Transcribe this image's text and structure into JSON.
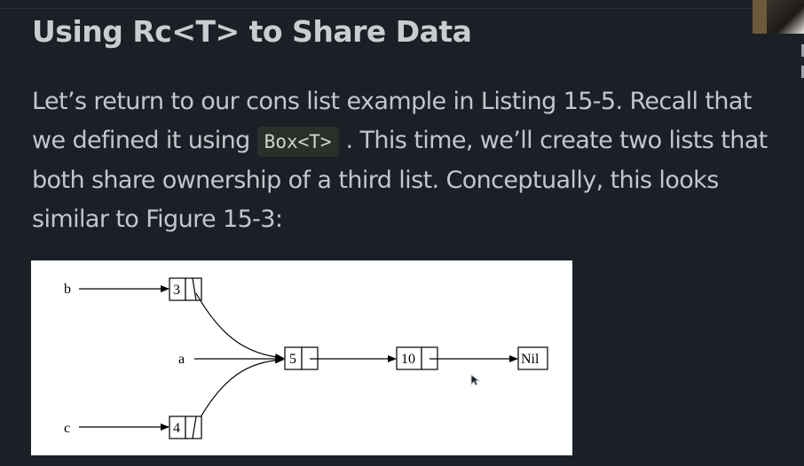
{
  "page": {
    "heading": "Using Rc<T> to Share Data",
    "paragraph": {
      "line1": "Let’s return to our cons list example in Listing 15-5. Recall that",
      "line2_before": "we defined it using ",
      "line2_code": "Box<T>",
      "line2_after": ". This time, we’ll create two lists that",
      "line3": "both share ownership of a third list. Conceptually, this looks",
      "line4": "similar to Figure 15-3:"
    }
  },
  "figure": {
    "labels": {
      "b": "b",
      "a": "a",
      "c": "c"
    },
    "nodes": {
      "node_3": "3",
      "node_4": "4",
      "node_5": "5",
      "node_10": "10",
      "nil": "Nil"
    }
  },
  "colors": {
    "background": "#1b1f26",
    "text": "#c3c7cd",
    "code_background": "#2a2f2a",
    "figure_background": "#ffffff"
  },
  "icons": {
    "cursor": "mouse-pointer-icon"
  }
}
